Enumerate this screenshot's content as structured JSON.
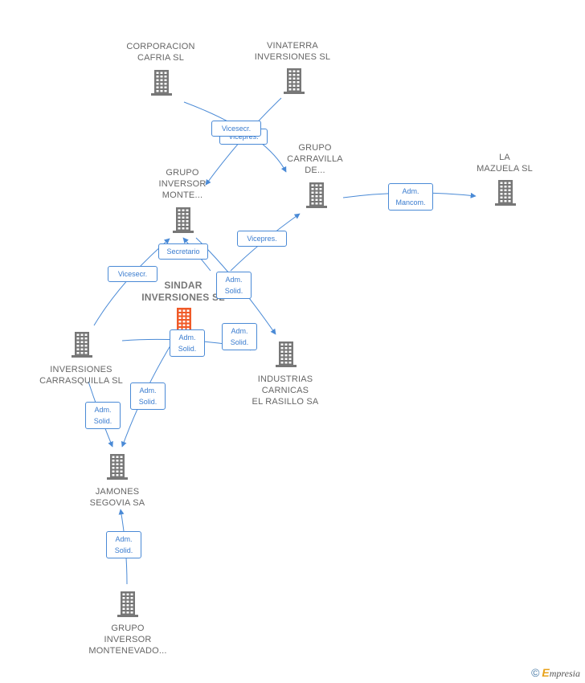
{
  "nodes": {
    "corporacion_cafria": {
      "label_lines": [
        "CORPORACION",
        "CAFRIA SL"
      ]
    },
    "vinaterra": {
      "label_lines": [
        "VINATERRA",
        "INVERSIONES SL"
      ]
    },
    "grupo_carravilla": {
      "label_lines": [
        "GRUPO",
        "CARRAVILLA",
        "DE..."
      ]
    },
    "la_mazuela": {
      "label_lines": [
        "LA",
        "MAZUELA SL"
      ]
    },
    "grupo_inversor_monte": {
      "label_lines": [
        "GRUPO",
        "INVERSOR",
        "MONTE..."
      ]
    },
    "sindar": {
      "label_lines": [
        "SINDAR",
        "INVERSIONES SL"
      ]
    },
    "inversiones_carrasquilla": {
      "label_lines": [
        "INVERSIONES",
        "CARRASQUILLA SL"
      ]
    },
    "industrias_carnicas": {
      "label_lines": [
        "INDUSTRIAS",
        "CARNICAS",
        "EL RASILLO SA"
      ]
    },
    "jamones_segovia": {
      "label_lines": [
        "JAMONES",
        "SEGOVIA SA"
      ]
    },
    "grupo_inversor_montenevado": {
      "label_lines": [
        "GRUPO",
        "INVERSOR",
        "MONTENEVADO..."
      ]
    }
  },
  "edge_labels": {
    "vicesecr_top": [
      "Vicesecr."
    ],
    "vicepres_top": [
      "Vicepres."
    ],
    "adm_mancom": [
      "Adm.",
      "Mancom."
    ],
    "vicepres_mid": [
      "Vicepres."
    ],
    "secretario": [
      "Secretario"
    ],
    "vicesecr_left": [
      "Vicesecr."
    ],
    "adm_solid_sindar_right": [
      "Adm.",
      "Solid."
    ],
    "adm_solid_industrias": [
      "Adm.",
      "Solid."
    ],
    "adm_solid_carrasquilla_industrias": [
      "Adm.",
      "Solid."
    ],
    "adm_solid_sindar_jamones": [
      "Adm.",
      "Solid."
    ],
    "adm_solid_carrasquilla_jamones": [
      "Adm.",
      "Solid."
    ],
    "adm_solid_bottom": [
      "Adm.",
      "Solid."
    ]
  },
  "colors": {
    "company": "#777777",
    "main_company": "#f05a28",
    "edge": "#4a8ad6"
  },
  "icons": {
    "company": "building-icon"
  },
  "brand": {
    "copyright": "©",
    "first_letter": "E",
    "rest": "mpresia"
  }
}
